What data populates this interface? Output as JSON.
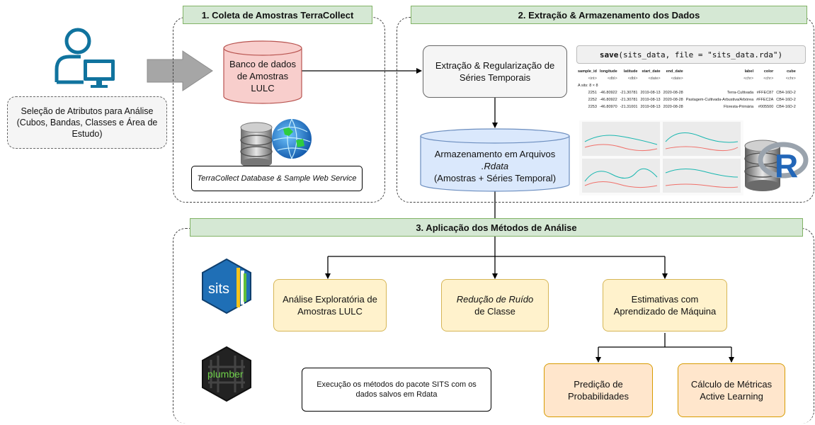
{
  "sections": {
    "s1": "1. Coleta de Amostras TerraCollect",
    "s2": "2. Extração & Armazenamento dos Dados",
    "s3": "3. Aplicação dos Métodos de Análise"
  },
  "left": {
    "selection_text": "Seleção de Atributos para Análise (Cubos, Bandas, Classes e Área de Estudo)"
  },
  "s1": {
    "db_label": "Banco de dados de Amostras LULC",
    "service_label": "TerraCollect Database & Sample Web Service"
  },
  "s2": {
    "extract_label": "Extração & Regularização de Séries Temporais",
    "storage_pre": "Armazenamento em Arquivos ",
    "storage_em": ".Rdata",
    "storage_post": "(Amostras + Séries Temporal)",
    "code_fn": "save",
    "code_args": "(sits_data, file = \"sits_data.rda\")",
    "table": {
      "caption": "A sits: 8 × 8",
      "headers": [
        "sample_id",
        "longitude",
        "latitude",
        "start_date",
        "end_date",
        "label",
        "color",
        "cube"
      ],
      "types": [
        "<int>",
        "<dbl>",
        "<dbl>",
        "<date>",
        "<date>",
        "<chr>",
        "<chr>",
        "<chr>"
      ],
      "rows": [
        [
          "2251",
          "-46.80922",
          "-21.30781",
          "2019-08-13",
          "2020-08-28",
          "Terra-Cultivada",
          "#FFEC87",
          "CB4-16D-2"
        ],
        [
          "2252",
          "-46.80922",
          "-21.30781",
          "2019-08-13",
          "2020-08-28",
          "Pastagem-Cultivada-Arbustiva/Arbórea",
          "#FFEC2A",
          "CB4-16D-2"
        ],
        [
          "2253",
          "-46.80970",
          "-21.31001",
          "2019-08-13",
          "2020-08-28",
          "Floresta-Primária",
          "#005500",
          "CB4-16D-2"
        ]
      ]
    },
    "r_logo_letter": "R"
  },
  "s3": {
    "sits_logo_text": "sits",
    "plumber_logo_text": "plumber",
    "explore_label": "Análise Exploratória de Amostras LULC",
    "noise_em": "Redução de Ruído",
    "noise_post": "de Classe",
    "ml_label": "Estimativas com Aprendizado de Máquina",
    "exec_label": "Execução os métodos do pacote SITS com os dados salvos em Rdata",
    "prob_label": "Predição de Probabilidades",
    "metrics_label": "Cálculo de Métricas Active Learning"
  },
  "colors": {
    "section_fill": "#d5e8d4",
    "section_stroke": "#82b366",
    "db_red_fill": "#f8cecc",
    "db_red_stroke": "#b85450",
    "db_blue_fill": "#dae8fc",
    "db_blue_stroke": "#6c8ebf",
    "yellow_fill": "#fff2cc",
    "orange_fill": "#ffe6cc",
    "user_icon": "#10739e"
  },
  "icons": [
    "user-computer-icon",
    "database-globe-icon",
    "r-database-icon",
    "sits-logo-icon",
    "plumber-logo-icon"
  ]
}
